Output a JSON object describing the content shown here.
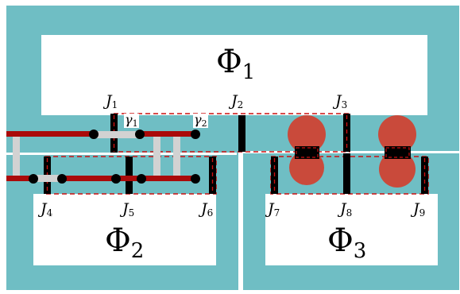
{
  "diagram": {
    "colors": {
      "substrate": "#6fbec4",
      "island": "#ffffff",
      "junction": "#000000",
      "junction_outline": "#cc1111",
      "wire": "#aa0a0a",
      "rung": "#d2d2d2",
      "node": "#000000",
      "qubit_lobe": "#c94a3b"
    },
    "islands": [
      {
        "symbol": "Φ",
        "index": "1"
      },
      {
        "symbol": "Φ",
        "index": "2"
      },
      {
        "symbol": "Φ",
        "index": "3"
      }
    ],
    "junctions": [
      {
        "symbol": "J",
        "index": "1"
      },
      {
        "symbol": "J",
        "index": "2"
      },
      {
        "symbol": "J",
        "index": "3"
      },
      {
        "symbol": "J",
        "index": "4"
      },
      {
        "symbol": "J",
        "index": "5"
      },
      {
        "symbol": "J",
        "index": "6"
      },
      {
        "symbol": "J",
        "index": "7"
      },
      {
        "symbol": "J",
        "index": "8"
      },
      {
        "symbol": "J",
        "index": "9"
      }
    ],
    "paths": [
      {
        "symbol": "γ",
        "index": "1"
      },
      {
        "symbol": "γ",
        "index": "2"
      }
    ]
  }
}
